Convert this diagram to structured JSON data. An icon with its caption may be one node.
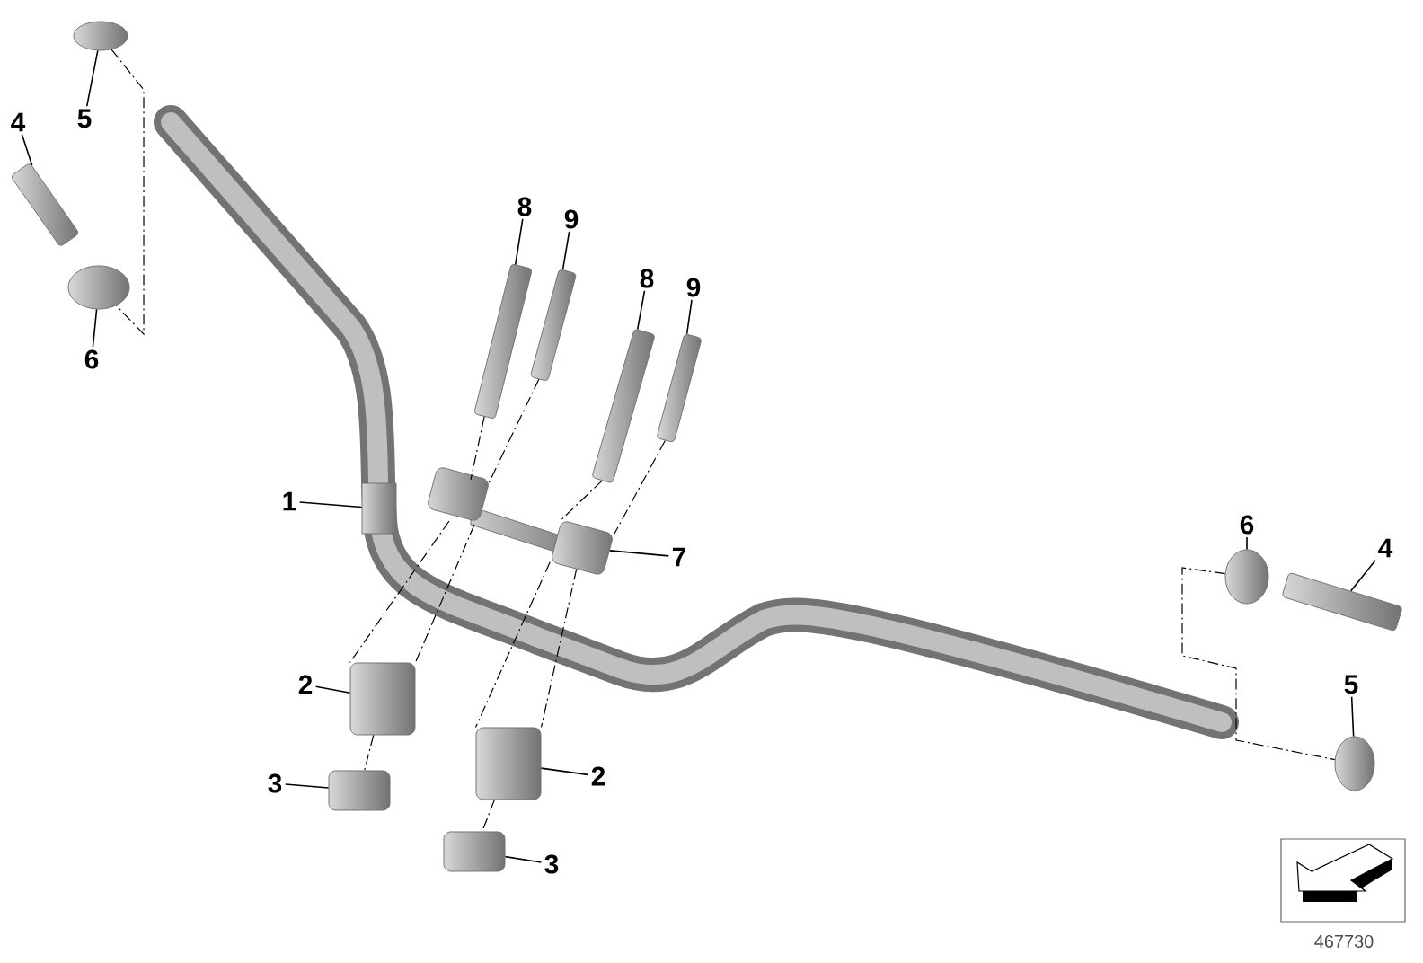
{
  "diagram": {
    "nodes": [
      {
        "text": [
          "5"
        ]
      },
      {
        "text": [
          "4"
        ]
      },
      {
        "text": [
          "6"
        ]
      },
      {
        "text": [
          "8"
        ]
      },
      {
        "text": [
          "9"
        ]
      },
      {
        "text": [
          "8"
        ]
      },
      {
        "text": [
          "9"
        ]
      },
      {
        "text": [
          "1"
        ]
      },
      {
        "text": [
          "7"
        ]
      },
      {
        "text": [
          "2"
        ]
      },
      {
        "text": [
          "3"
        ]
      },
      {
        "text": [
          "2"
        ]
      },
      {
        "text": [
          "3"
        ]
      },
      {
        "text": [
          "6"
        ]
      },
      {
        "text": [
          "4"
        ]
      },
      {
        "text": [
          "5"
        ]
      },
      {
        "text": [],
        "shape": "picture"
      },
      {
        "text": [],
        "shape": "picture"
      },
      {
        "text": [],
        "shape": "picture"
      },
      {
        "text": [],
        "shape": "picture"
      },
      {
        "text": [],
        "shape": "picture"
      },
      {
        "text": [],
        "shape": "picture"
      },
      {
        "text": [],
        "shape": "picture"
      },
      {
        "text": [],
        "shape": "picture"
      },
      {
        "text": [],
        "shape": "picture"
      },
      {
        "text": [],
        "shape": "picture"
      },
      {
        "text": [],
        "shape": "picture"
      },
      {
        "text": [],
        "shape": "picture"
      },
      {
        "text": [],
        "shape": "picture"
      },
      {
        "text": [],
        "shape": "picture"
      },
      {
        "text": [],
        "shape": "picture"
      },
      {
        "text": [],
        "shape": "picture"
      }
    ],
    "edges": [
      {
        "from": 0,
        "to": 16,
        "arrow": "none"
      },
      {
        "from": 1,
        "to": 17,
        "arrow": "none"
      },
      {
        "from": 2,
        "to": 18,
        "arrow": "none"
      },
      {
        "from": 3,
        "to": 19,
        "arrow": "none"
      },
      {
        "from": 4,
        "to": 20,
        "arrow": "none"
      },
      {
        "from": 5,
        "to": 21,
        "arrow": "none"
      },
      {
        "from": 6,
        "to": 22,
        "arrow": "none"
      },
      {
        "from": 7,
        "to": 23,
        "arrow": "none"
      },
      {
        "from": 8,
        "to": 24,
        "arrow": "none"
      },
      {
        "from": 9,
        "to": 25,
        "arrow": "none"
      },
      {
        "from": 10,
        "to": 26,
        "arrow": "none"
      },
      {
        "from": 11,
        "to": 27,
        "arrow": "none"
      },
      {
        "from": 12,
        "to": 28,
        "arrow": "none"
      },
      {
        "from": 13,
        "to": 29,
        "arrow": "none"
      },
      {
        "from": 14,
        "to": 30,
        "arrow": "none"
      },
      {
        "from": 15,
        "to": 31,
        "arrow": "none"
      },
      {
        "from": 16,
        "to": 18,
        "arrow": "none",
        "style": "dashed"
      },
      {
        "from": 19,
        "to": 24,
        "arrow": "none",
        "style": "dashed"
      },
      {
        "from": 24,
        "to": 25,
        "arrow": "none",
        "style": "dashed"
      },
      {
        "from": 20,
        "to": 24,
        "arrow": "none",
        "style": "dashed"
      },
      {
        "from": 24,
        "to": 25,
        "arrow": "none",
        "style": "dashed"
      },
      {
        "from": 21,
        "to": 24,
        "arrow": "none",
        "style": "dashed"
      },
      {
        "from": 24,
        "to": 27,
        "arrow": "none",
        "style": "dashed"
      },
      {
        "from": 22,
        "to": 24,
        "arrow": "none",
        "style": "dashed"
      },
      {
        "from": 24,
        "to": 27,
        "arrow": "none",
        "style": "dashed"
      },
      {
        "from": 25,
        "to": 26,
        "arrow": "none",
        "style": "dashed"
      },
      {
        "from": 27,
        "to": 28,
        "arrow": "none",
        "style": "dashed"
      },
      {
        "from": 29,
        "to": 31,
        "arrow": "none",
        "style": "dashed"
      }
    ],
    "labels": [
      "467730"
    ]
  }
}
